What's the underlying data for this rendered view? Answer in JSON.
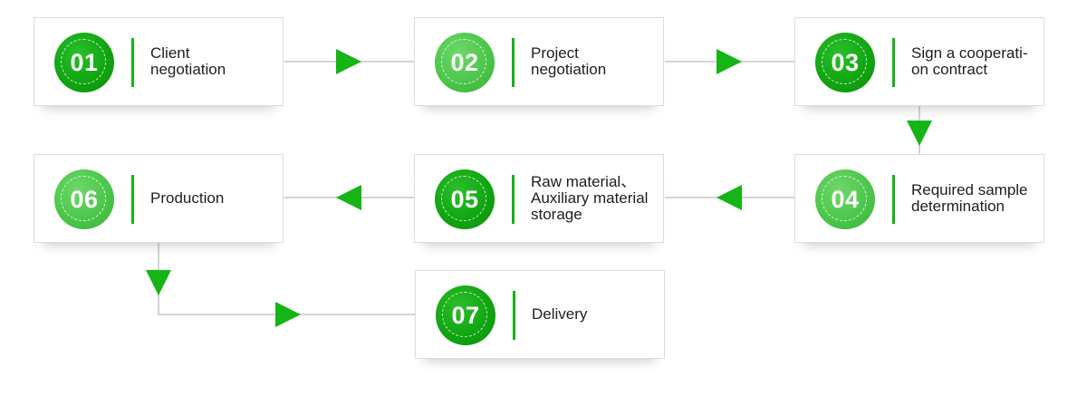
{
  "accent_color": "#19b019",
  "steps": [
    {
      "number": "01",
      "label_lines": [
        "Client",
        "negotiation"
      ]
    },
    {
      "number": "02",
      "label_lines": [
        "Project",
        "negotiation"
      ]
    },
    {
      "number": "03",
      "label_lines": [
        "Sign a cooperati-",
        "on contract"
      ]
    },
    {
      "number": "04",
      "label_lines": [
        "Required sample",
        "determination"
      ]
    },
    {
      "number": "05",
      "label_lines": [
        "Raw material、",
        "Auxiliary material",
        "storage"
      ]
    },
    {
      "number": "06",
      "label_lines": [
        "Production"
      ]
    },
    {
      "number": "07",
      "label_lines": [
        "Delivery"
      ]
    }
  ]
}
